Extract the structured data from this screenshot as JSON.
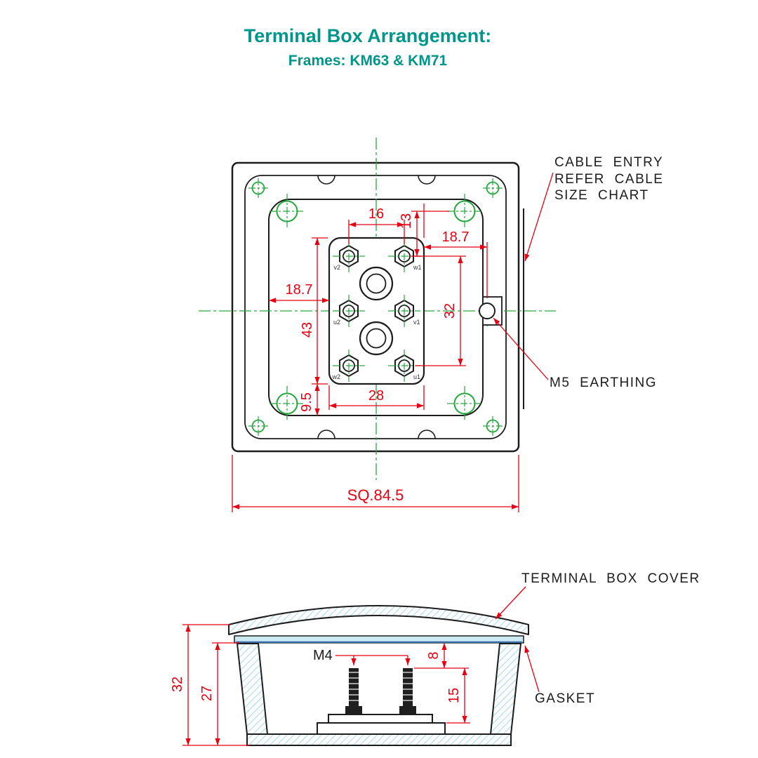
{
  "title": "Terminal Box Arrangement:",
  "subtitle": "Frames: KM63 & KM71",
  "colors": {
    "title_teal": "#00968a",
    "dimension_red": "#e60012",
    "centerline_green": "#27a83f",
    "outline_black": "#1c1c1c",
    "hatch_cyan": "#a6d9e8",
    "gasket_blue": "#cdeaf4"
  },
  "top_view": {
    "callouts": {
      "cable_entry_lines": [
        "CABLE ENTRY",
        "REFER CABLE",
        "SIZE CHART"
      ],
      "earthing": "M5 EARTHING"
    },
    "terminal_labels": [
      "v2",
      "w1",
      "u2",
      "v1",
      "w2",
      "u1"
    ],
    "dimensions": {
      "pitch_h": "16",
      "row_offset": "13",
      "edge_right": "18.7",
      "edge_left": "18.7",
      "rows_span": "32",
      "block_height": "43",
      "block_width": "28",
      "bottom_gap": "9.5",
      "outer_square": "SQ.84.5"
    }
  },
  "section_view": {
    "callouts": {
      "cover": "TERMINAL BOX COVER",
      "gasket": "GASKET"
    },
    "dimensions": {
      "total_height": "32",
      "body_height": "27",
      "stud_thread": "M4",
      "stud_clearance": "8",
      "stud_length": "15"
    }
  }
}
